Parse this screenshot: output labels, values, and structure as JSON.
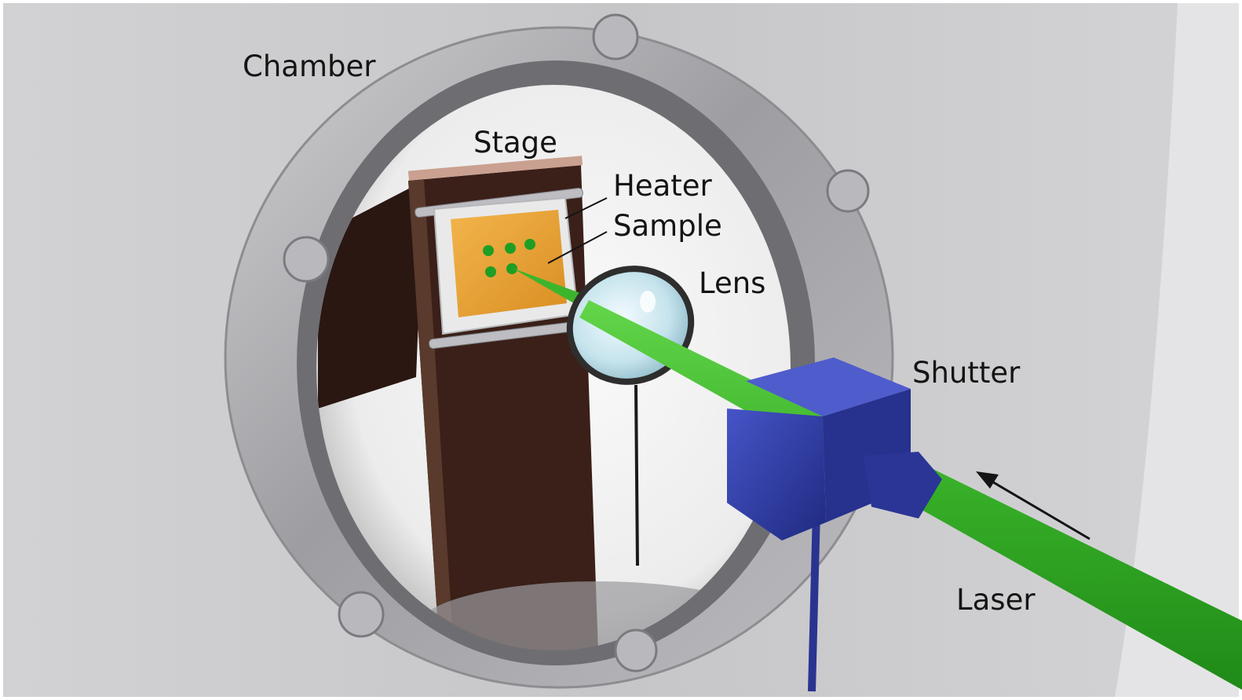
{
  "labels": {
    "chamber": "Chamber",
    "stage": "Stage",
    "heater": "Heater",
    "sample": "Sample",
    "lens": "Lens",
    "shutter": "Shutter",
    "laser": "Laser"
  },
  "colors": {
    "chamber_wall": "#c9c9cb",
    "flange": "#a7a7ab",
    "stage": "#3a2018",
    "sample": "#e6a43a",
    "laser": "#3cb52c",
    "laser_spot": "#1e9e25",
    "shutter": "#2e3aa0",
    "lens_glass": "#cde6ee"
  },
  "laser_spots": 5
}
